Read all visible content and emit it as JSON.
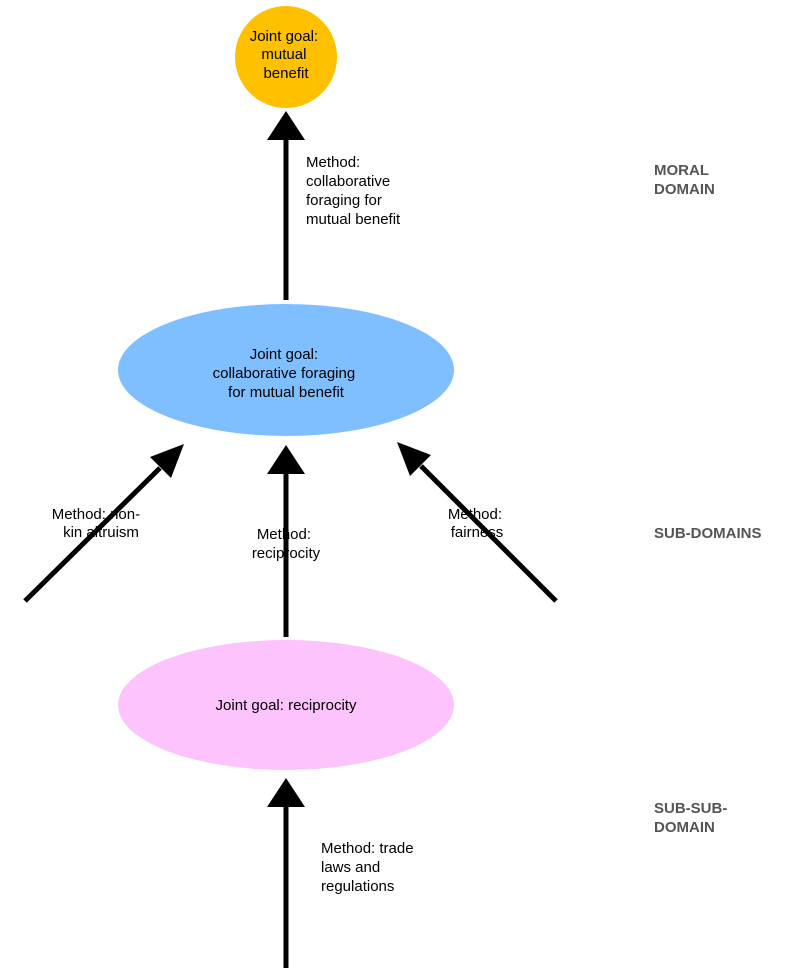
{
  "colors": {
    "top_node": "#FFC000",
    "middle_node": "#7FBFFF",
    "bottom_node": "#FCC3FC",
    "arrow": "#000000",
    "domain_label": "#555555"
  },
  "nodes": {
    "top": {
      "lines": [
        "Joint goal:",
        "mutual",
        "benefit"
      ]
    },
    "middle": {
      "lines": [
        "Joint goal:",
        "collaborative foraging",
        "for mutual benefit"
      ]
    },
    "bottom": {
      "lines": [
        "Joint goal: reciprocity"
      ]
    }
  },
  "methods": {
    "collaborative_foraging": {
      "lines": [
        "Method:",
        "collaborative",
        "foraging for",
        "mutual benefit"
      ]
    },
    "non_kin_altruism": {
      "lines": [
        "Method: non-",
        "kin altruism"
      ]
    },
    "reciprocity": {
      "lines": [
        "Method:",
        "reciprocity"
      ]
    },
    "fairness": {
      "lines": [
        "Method:",
        "fairness"
      ]
    },
    "trade_laws": {
      "lines": [
        "Method: trade",
        "laws and",
        "regulations"
      ]
    }
  },
  "domains": {
    "moral": {
      "lines": [
        "MORAL",
        "DOMAIN"
      ]
    },
    "sub": {
      "lines": [
        "SUB-DOMAINS"
      ]
    },
    "sub_sub": {
      "lines": [
        "SUB-SUB-",
        "DOMAIN"
      ]
    }
  }
}
